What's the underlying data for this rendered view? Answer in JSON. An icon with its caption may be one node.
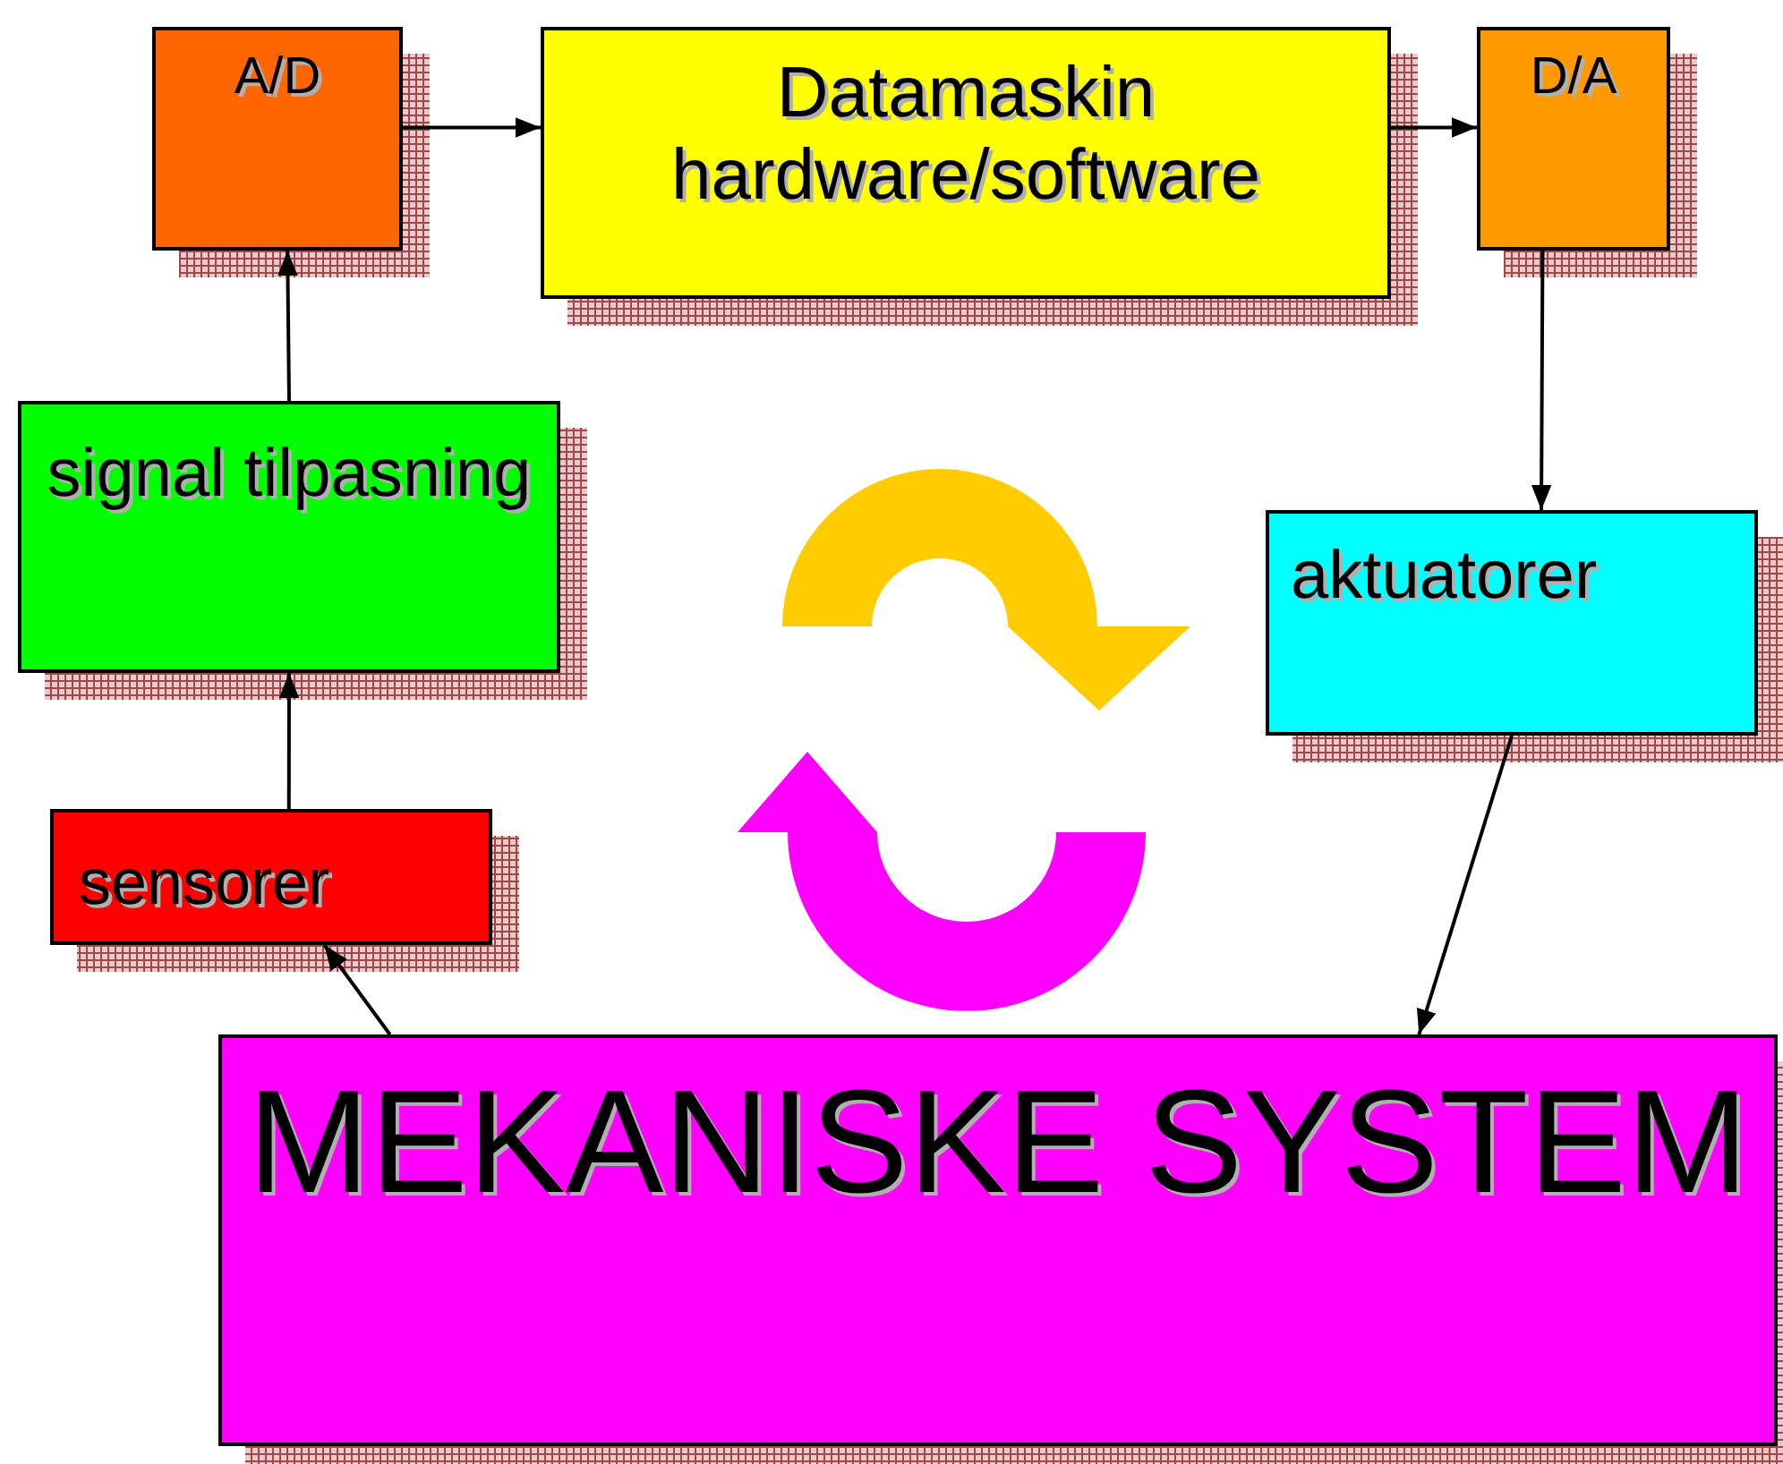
{
  "diagram": {
    "nodes": [
      {
        "text": [
          "A/D"
        ]
      },
      {
        "text": [
          "Datamaskin hardware/software"
        ]
      },
      {
        "text": [
          "D/A"
        ]
      },
      {
        "text": [
          "signal tilpasning"
        ]
      },
      {
        "text": [
          "aktuatorer"
        ]
      },
      {
        "text": [
          "sensorer"
        ]
      },
      {
        "text": [
          "MEKANISKE SYSTEM"
        ]
      }
    ],
    "edges": [
      {
        "from": 0,
        "to": 1,
        "arrow": "to"
      },
      {
        "from": 1,
        "to": 2,
        "arrow": "to"
      },
      {
        "from": 2,
        "to": 4,
        "arrow": "to"
      },
      {
        "from": 4,
        "to": 6,
        "arrow": "to"
      },
      {
        "from": 6,
        "to": 5,
        "arrow": "to"
      },
      {
        "from": 5,
        "to": 3,
        "arrow": "to"
      },
      {
        "from": 3,
        "to": 0,
        "arrow": "to"
      }
    ]
  }
}
